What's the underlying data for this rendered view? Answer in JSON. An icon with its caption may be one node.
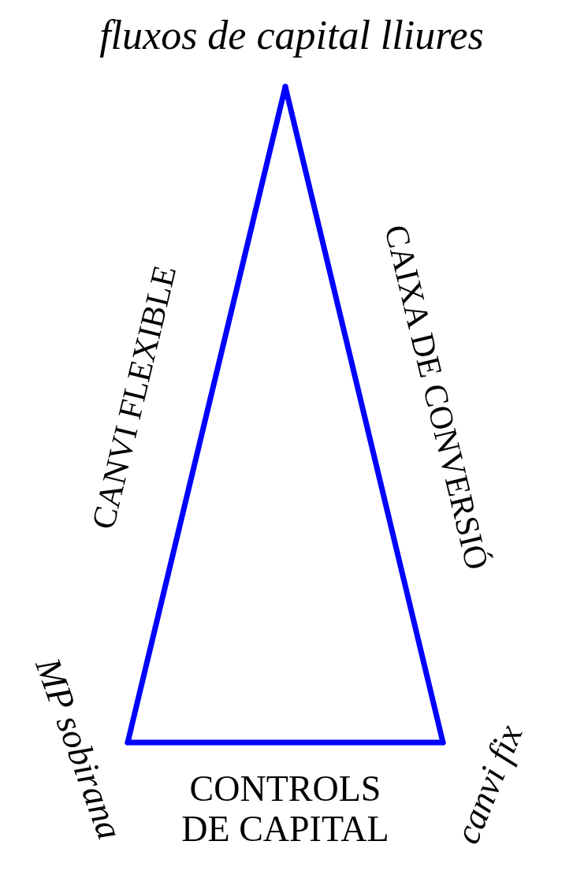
{
  "diagram": {
    "nodes": [
      {
        "text": [
          "fluxos de capital lliures"
        ]
      },
      {
        "text": [
          "MP sobirana"
        ]
      },
      {
        "text": [
          "canvi fix"
        ]
      }
    ],
    "edges": [
      {
        "from": 0,
        "to": 1,
        "arrow": "none",
        "label": "CANVI FLEXIBLE"
      },
      {
        "from": 0,
        "to": 2,
        "arrow": "none",
        "label": "CAIXA DE CONVERSIÓ"
      },
      {
        "from": 1,
        "to": 2,
        "arrow": "none",
        "label": "CONTROLS DE CAPITAL"
      }
    ]
  }
}
